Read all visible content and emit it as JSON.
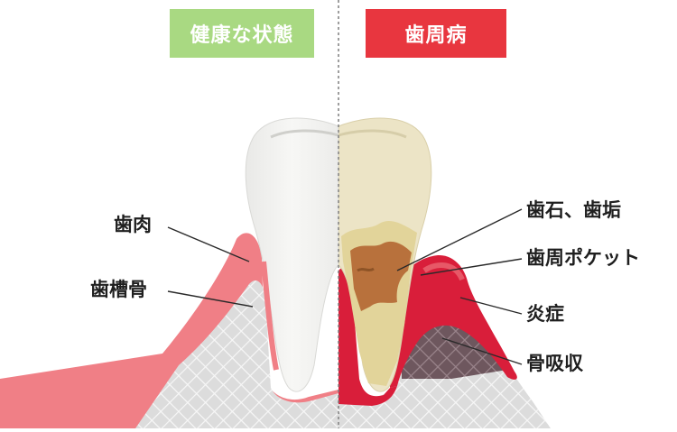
{
  "headers": {
    "healthy": "健康な状態",
    "disease": "歯周病"
  },
  "labels": {
    "gum": "歯肉",
    "alveolar_bone": "歯槽骨",
    "tartar_plaque": "歯石、歯垢",
    "periodontal_pocket": "歯周ポケット",
    "inflammation": "炎症",
    "bone_resorption": "骨吸収"
  },
  "colors": {
    "healthy_badge": "#a9d982",
    "disease_badge": "#e8363f",
    "gum": "#f07f86",
    "inflamed_gum": "#d91e3a",
    "bone": "#d9d9d9",
    "tooth": "#f4f4f2",
    "tartar": "#b8713c",
    "plaque": "#e2d49a"
  }
}
